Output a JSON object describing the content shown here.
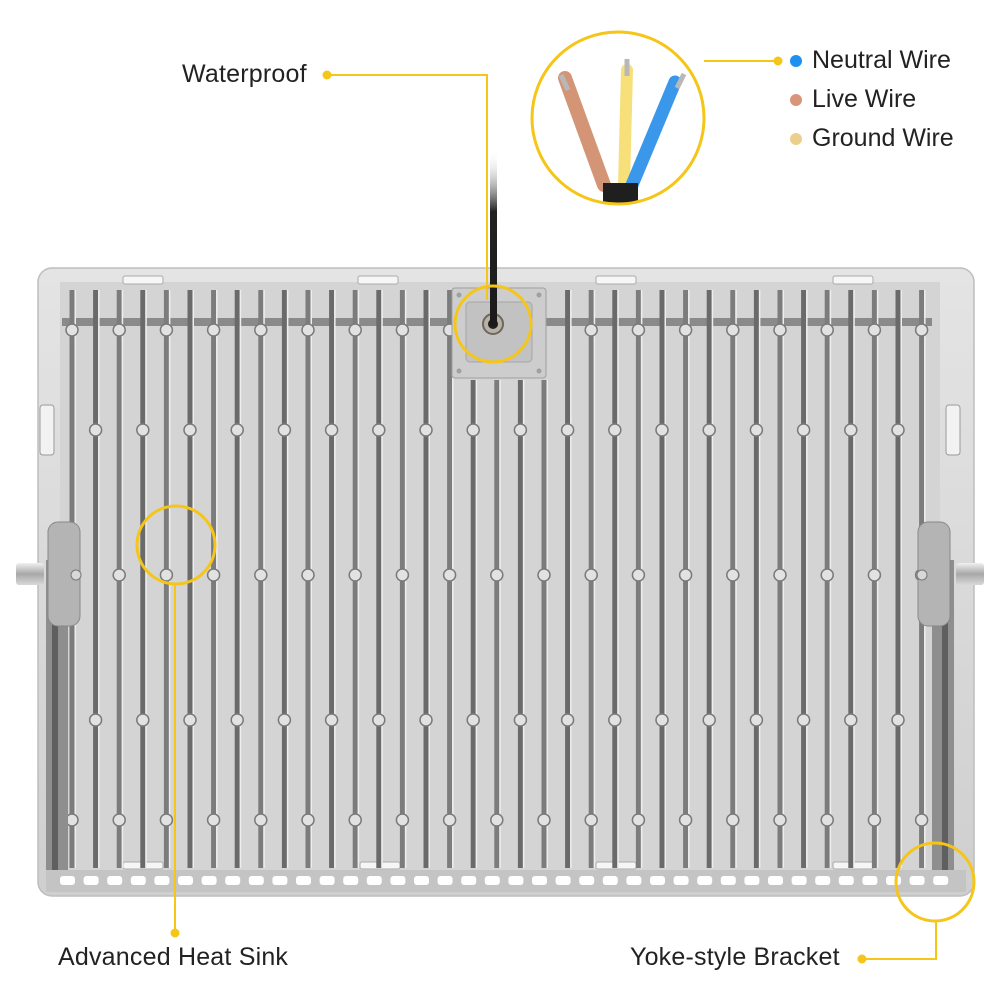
{
  "callouts": {
    "waterproof": {
      "label": "Waterproof"
    },
    "heat_sink": {
      "label": "Advanced Heat Sink"
    },
    "bracket": {
      "label": "Yoke-style Bracket"
    }
  },
  "wire_legend": {
    "items": [
      {
        "label": "Neutral Wire",
        "color": "#1e90f0"
      },
      {
        "label": "Live Wire",
        "color": "#d9957a"
      },
      {
        "label": "Ground Wire",
        "color": "#ead08a"
      }
    ]
  },
  "colors": {
    "accent": "#f5c518",
    "housing": "#d6d6d6",
    "fin_dark": "#6e6e6e",
    "text": "#222222"
  },
  "product": {
    "name": "floodlight-rear-housing",
    "fin_count": 37
  }
}
